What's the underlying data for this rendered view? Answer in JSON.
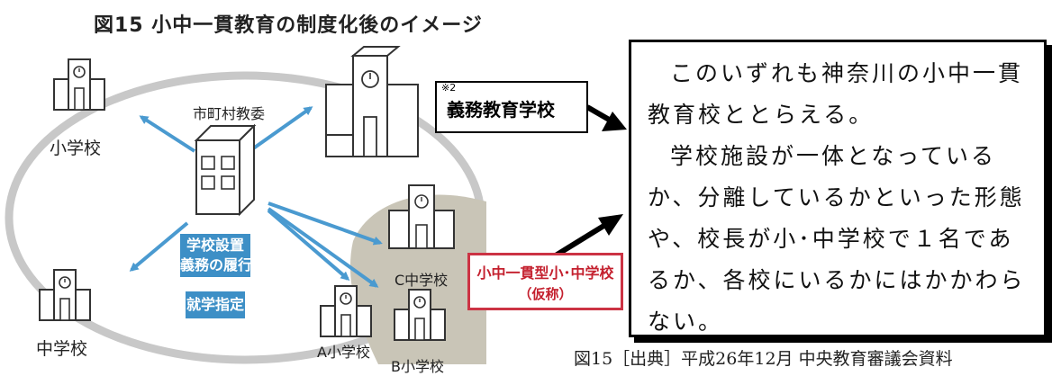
{
  "figure": {
    "title": "図15 小中一貫教育の制度化後のイメージ"
  },
  "labels": {
    "elementary_school": "小学校",
    "junior_high_school": "中学校",
    "municipal_board": "市町村教委",
    "a_elementary": "A小学校",
    "b_elementary": "B小学校",
    "c_junior_high": "C中学校"
  },
  "blue_boxes": {
    "establishment_duty": [
      "学校設置",
      "義務の履行"
    ],
    "enrollment_designation": "就学指定"
  },
  "gimu_box": {
    "note": "※2",
    "label": "義務教育学校"
  },
  "red_box": {
    "line1": "小中一貫型小･中学校",
    "line2": "（仮称）"
  },
  "explanation": {
    "paragraphs": [
      "このいずれも神奈川の小中一貫教育校ととらえる。",
      "学校施設が一体となっているか、分離しているかといった形態や、校長が小･中学校で１名であるか、各校にいるかにはかかわらない。"
    ]
  },
  "source": "図15［出典］平成26年12月 中央教育審議会資料",
  "colors": {
    "arrow_blue": "#4a9ad0",
    "box_blue": "#3d8fc6",
    "red_border": "#cc3344",
    "ellipse_gray": "#c8c8c8",
    "shaded_area": "#c9c5b7"
  }
}
